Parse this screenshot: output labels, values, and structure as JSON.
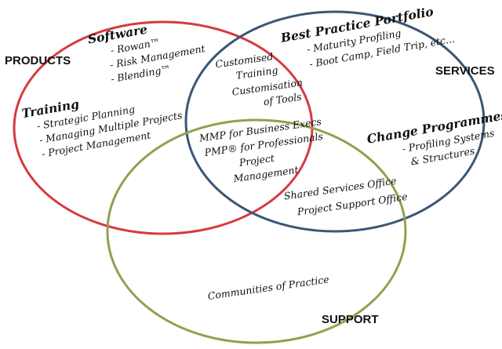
{
  "circles": {
    "products_color": "#d63a3f",
    "services_color": "#3b5775",
    "support_color": "#8fa14e"
  },
  "labels": {
    "products": "PRODUCTS",
    "services": "SERVICES",
    "support": "SUPPORT"
  },
  "software": {
    "heading": "Software",
    "items": [
      "- Rowan™",
      "- Risk Management",
      "- Blending™"
    ]
  },
  "training": {
    "heading": "Training",
    "items": [
      "- Strategic Planning",
      "- Managing Multiple Projects",
      "- Project Management"
    ]
  },
  "best_practice": {
    "heading": "Best Practice Portfolio",
    "items": [
      "- Maturity Profiling",
      "- Boot Camp, Field Trip, etc..."
    ]
  },
  "change_programmes": {
    "heading": "Change Programmes",
    "items": [
      "- Profiling Systems",
      "& Structures"
    ]
  },
  "products_services": {
    "lines": [
      "Customised",
      "Training",
      "Customisation",
      "of Tools"
    ]
  },
  "center": {
    "lines": [
      "MMP for Business Execs",
      "PMP® for Professionals",
      "Project",
      "Management"
    ]
  },
  "services_support": {
    "lines": [
      "Shared Services Office",
      "Project Support Office"
    ]
  },
  "support_only": {
    "text": "Communities of Practice"
  }
}
